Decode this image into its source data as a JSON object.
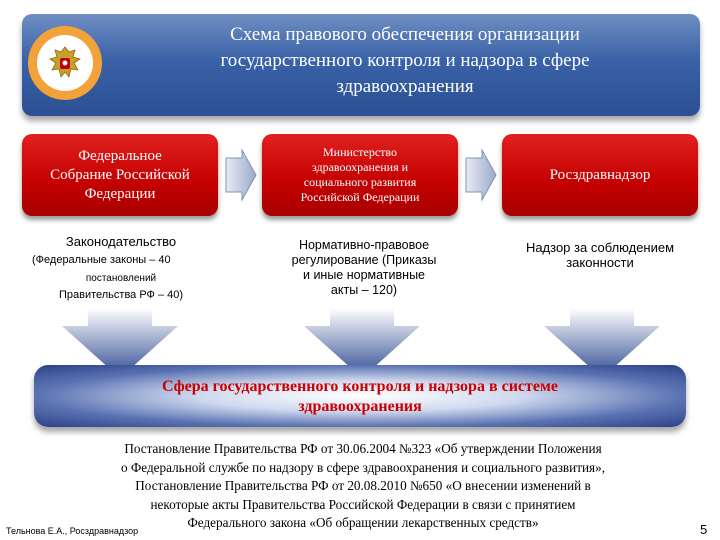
{
  "header": {
    "title_lines": [
      "Схема правового обеспечения организации",
      "государственного контроля и надзора в сфере",
      "здравоохранения"
    ],
    "emblem_icon": "russian-coat-of-arms-icon"
  },
  "boxes": [
    {
      "lines": [
        "Федеральное",
        "Собрание Российской",
        "Федерации"
      ]
    },
    {
      "lines": [
        "Министерство",
        "здравоохранения и",
        "социального развития",
        "Российской Федерации"
      ]
    },
    {
      "lines": [
        "Росздравнадзор"
      ]
    }
  ],
  "columns": {
    "col1": {
      "l1": "Законодательство",
      "l2": "(Федеральные законы – 40",
      "l3": "постановлений",
      "l4": "Правительства РФ – 40)"
    },
    "col2": {
      "lines": [
        "Нормативно-правовое",
        "регулирование (Приказы",
        "и иные нормативные",
        "акты – 120)"
      ]
    },
    "col3": {
      "lines": [
        "Надзор за соблюдением",
        "законности"
      ]
    }
  },
  "banner": {
    "lines": [
      "Сфера государственного контроля и надзора в системе",
      "здравоохранения"
    ]
  },
  "paragraph": {
    "lines": [
      "Постановление Правительства РФ от 30.06.2004 №323 «Об утверждении Положения",
      "о Федеральной службе по надзору в сфере здравоохранения и социального развития»,",
      "Постановление Правительства РФ от 20.08.2010 №650 «О внесении изменений в",
      "некоторые акты Правительства Российской Федерации в связи с принятием",
      "Федерального закона «Об обращении лекарственных средств»"
    ]
  },
  "footer": {
    "author": "Тельнова Е.А., Росздравнадзор",
    "page": "5"
  },
  "colors": {
    "header_blue": "#3a62a8",
    "box_red": "#c40000",
    "banner_text_red": "#cc0000",
    "emblem_orange": "#f3a23a"
  }
}
